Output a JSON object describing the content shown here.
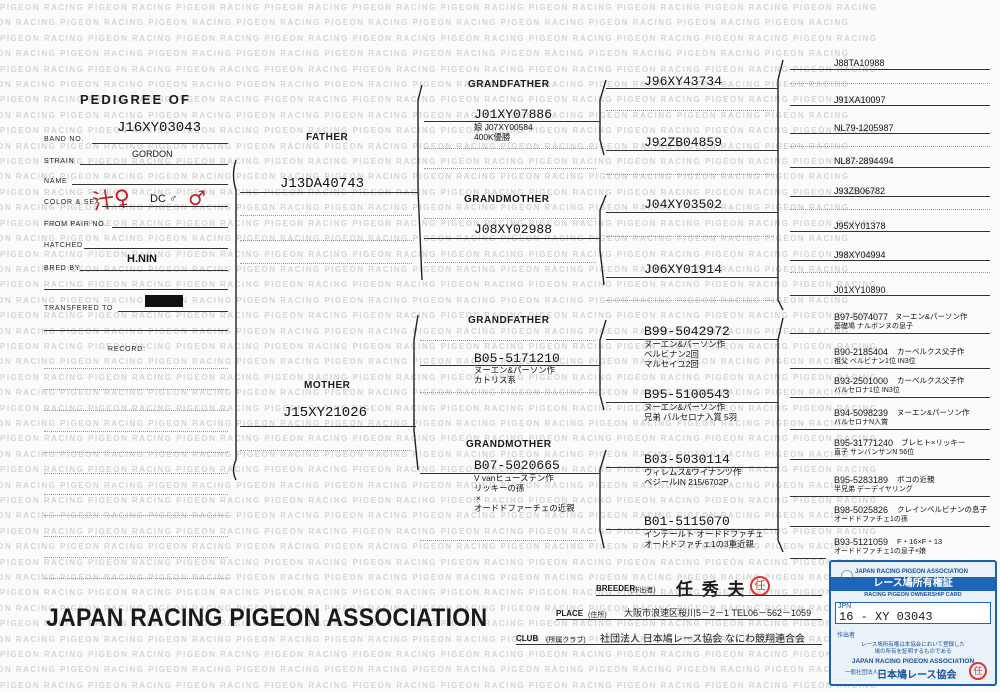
{
  "watermark_text": "PIGEON RACING PIGEON RACING PIGEON RACING PIGEON RACING PIGEON RACING PIGEON RACING PIGEON RACING PIGEON RACING PIGEON RACING PIGEON RACING",
  "pedigree": {
    "title": "PEDIGREE OF",
    "ring_number": "J16XY03043",
    "band_label": "BAND NO.",
    "strain_label": "STRAIN",
    "strain": "GORDON",
    "name_label": "NAME",
    "color_sex_label": "COLOR & SEX",
    "color_sex": "DC ♂",
    "handwritten_color": "汁♀",
    "handwritten_sex": "♂",
    "from_pair_label": "FROM PAIR NO.",
    "hatched_label": "HATCHED",
    "bred_by_label": "BRED BY",
    "bred_by": "H.NIN",
    "transfered_label": "TRANSFERED TO",
    "record_label": "RECORD:"
  },
  "father": {
    "label": "FATHER",
    "ring": "J13DA40743",
    "grandfather": {
      "label": "GRANDFATHER",
      "ring": "J01XY07886",
      "notes": [
        "娘 J07XY00584",
        "400K優勝"
      ],
      "father": "J96XY43734",
      "mother": "J92ZB04859",
      "ggf": [
        "J88TA10988",
        "J91XA10097"
      ],
      "ggm": [
        "NL79-1205987",
        "NL87-2894494"
      ]
    },
    "grandmother": {
      "label": "GRANDMOTHER",
      "ring": "J08XY02988",
      "father": "J04XY03502",
      "mother": "J06XY01914",
      "ggf": [
        "J93ZB06782",
        "J95XY01378"
      ],
      "ggm": [
        "J98XY04994",
        "J01XY10890"
      ]
    }
  },
  "mother": {
    "label": "MOTHER",
    "ring": "J15XY21026",
    "grandfather": {
      "label": "GRANDFATHER",
      "ring": "B05-5171210",
      "notes": [
        "ヌーエン&パーソン作",
        "カトリス系"
      ],
      "father": "B99-5042972",
      "father_notes": [
        "ヌーエン&パーソン作",
        "ベルビナン2回",
        "マルセイユ2回"
      ],
      "mother": "B95-5100543",
      "mother_notes": [
        "ヌーエン&パーソン作",
        "兄弟 バルセロナ入賞 5羽"
      ],
      "ggf": [
        {
          "ring": "B97-5074077",
          "note1": "ヌーエン&パーソン作",
          "note2": "基礎鳩 ナルボンヌの息子"
        },
        {
          "ring": "B90-2185404",
          "note1": "カーベルクス父子作",
          "note2": "祖父 ベルビナン1位 IN3位"
        }
      ],
      "ggm": [
        {
          "ring": "B93-2501000",
          "note1": "カーベルクス父子作",
          "note2": "バルセロナ1位 IN3位"
        },
        {
          "ring": "B94-5098239",
          "note1": "ヌーエン&パーソン作",
          "note2": "バルセロナN入賞"
        }
      ]
    },
    "grandmother": {
      "label": "GRANDMOTHER",
      "ring": "B07-5020665",
      "notes": [
        "V vanヒューステン作",
        "リッキーの孫",
        "×",
        "オードドファーチェの近親"
      ],
      "father": "B03-5030114",
      "father_notes": [
        "ウィレムス&ワイナンツ作",
        "ベジールIN 215/6702P"
      ],
      "mother": "B01-5115070",
      "mother_notes": [
        "インテールト オードドファチェ",
        "オードドファチェ1の3重近親"
      ],
      "ggf": [
        {
          "ring": "B95-31771240",
          "note1": "ブレヒト×リッキー",
          "note2": "直子 サンバンサンN 56位"
        },
        {
          "ring": "B95-5283189",
          "note1": "ボコの近親",
          "note2": "半兄弟 デーデイヤリング"
        }
      ],
      "ggm": [
        {
          "ring": "B98-5025826",
          "note1": "クレインベルビナンの息子",
          "note2": "オードドファチェ1の孫"
        },
        {
          "ring": "B93-5121059",
          "note1": "F・16×F・13",
          "note2": "オードドファチェ1の息子×娘"
        }
      ]
    }
  },
  "footer": {
    "association": "JAPAN RACING PIGEON ASSOCIATION",
    "breeder_label": "BREEDER",
    "breeder_label_jp": "(作出者)",
    "breeder": "任 秀 夫",
    "breeder_seal": "任",
    "place_label": "PLACE",
    "place_label_jp": "(住所)",
    "place": "大阪市浪速区桜川5－2－1  TEL06－562－1059",
    "club_label": "CLUB",
    "club_label_jp": "(所属クラブ)",
    "club": "社団法人 日本鳩レース協会 なにわ競翔連合会"
  },
  "ownership_card": {
    "org_en": "JAPAN RACING PIGEON ASSOCIATION",
    "title_jp": "レース鳩所有権証",
    "title_en": "RACING PIGEON OWNERSHIP CARD",
    "country": "JPN",
    "ring": "16 - XY  03043",
    "owner_label": "作出者",
    "notes": [
      "レース鳩所有権は本協会において登録した",
      "鳩の所有を証明するものである"
    ],
    "footer_en": "JAPAN RACING PIGEON ASSOCIATION",
    "footer_jp_small": "一般社団法人",
    "footer_jp": "日本鳩レース協会",
    "stamp": "任",
    "accent": "#1e64b8"
  }
}
